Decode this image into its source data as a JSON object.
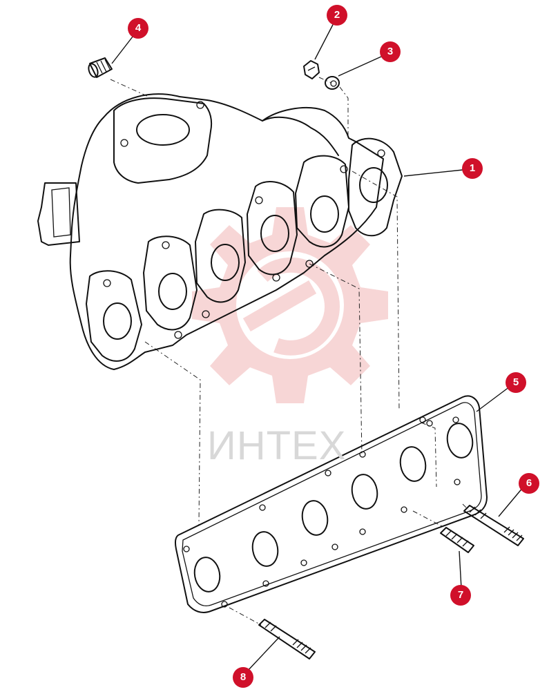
{
  "diagram": {
    "callouts": [
      {
        "id": "callout-1",
        "label": "1"
      },
      {
        "id": "callout-2",
        "label": "2"
      },
      {
        "id": "callout-3",
        "label": "3"
      },
      {
        "id": "callout-4",
        "label": "4"
      },
      {
        "id": "callout-5",
        "label": "5"
      },
      {
        "id": "callout-6",
        "label": "6"
      },
      {
        "id": "callout-7",
        "label": "7"
      },
      {
        "id": "callout-8",
        "label": "8"
      }
    ],
    "watermark": {
      "text": "ИНТЕХ"
    },
    "colors": {
      "callout": "#d0102a",
      "watermark": "#f2b5b5",
      "watermark_text": "#d8d8d8",
      "line": "#111111"
    }
  }
}
